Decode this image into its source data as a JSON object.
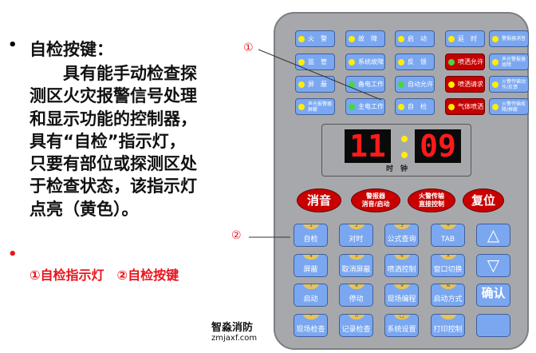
{
  "left": {
    "heading": "自检按键：",
    "body": [
      "　　具有能手动检查探",
      "测区火灾报警信号处理",
      "和显示功能的控制器，",
      "具有“自检”指示灯，",
      "只要有部位或探测区处",
      "于检查状态，该指示灯",
      "点亮（黄色）。"
    ],
    "legend": "①自检指示灯　②自检按键"
  },
  "callouts": {
    "one": "①",
    "two": "②"
  },
  "indicators": [
    {
      "label": "火　警",
      "led": "yellow"
    },
    {
      "label": "故　障",
      "led": "yellow"
    },
    {
      "label": "启　动",
      "led": "yellow"
    },
    {
      "label": "延　时",
      "led": "yellow"
    },
    {
      "label": "警报器消音",
      "led": "yellow",
      "small": true
    },
    {
      "label": "监　管",
      "led": "yellow"
    },
    {
      "label": "系统故障",
      "led": "yellow"
    },
    {
      "label": "反　馈",
      "led": "yellow"
    },
    {
      "label": "喷洒允许",
      "led": "green",
      "red": true
    },
    {
      "label": "声光警报器故障",
      "led": "yellow",
      "small": true
    },
    {
      "label": "屏　蔽",
      "led": "yellow"
    },
    {
      "label": "备电工作",
      "led": "green"
    },
    {
      "label": "自动允许",
      "led": "green"
    },
    {
      "label": "喷洒请求",
      "led": "yellow",
      "red": true
    },
    {
      "label": "火警传输动作/反馈",
      "led": "yellow",
      "small": true
    },
    {
      "label": "声光报警器屏蔽",
      "led": "yellow",
      "small": true
    },
    {
      "label": "主电工作",
      "led": "green"
    },
    {
      "label": "自　检",
      "led": "yellow"
    },
    {
      "label": "气体喷洒",
      "led": "yellow",
      "red": true
    },
    {
      "label": "火警传输故障/屏蔽",
      "led": "yellow",
      "small": true
    }
  ],
  "display": {
    "hours": "11",
    "minutes": "09",
    "label": "时　钟"
  },
  "ovals": [
    {
      "label": "消音"
    },
    {
      "label": "警报器\n消音/启动"
    },
    {
      "label": "火警传输\n直接控制"
    },
    {
      "label": "复位"
    }
  ],
  "keys": [
    {
      "num": "1",
      "label": "自检"
    },
    {
      "num": "2",
      "label": "对时"
    },
    {
      "num": "3",
      "label": "公式查询"
    },
    {
      "num": "+",
      "label": "TAB"
    },
    {
      "label": "△"
    },
    {
      "num": "4",
      "label": "屏蔽"
    },
    {
      "num": "5",
      "label": "取消屏蔽"
    },
    {
      "num": "6",
      "label": "喷洒控制"
    },
    {
      "num": "×",
      "label": "窗口切换"
    },
    {
      "label": "▽"
    },
    {
      "num": "7",
      "label": "启动"
    },
    {
      "num": "8",
      "label": "停动"
    },
    {
      "num": "9",
      "label": "现场编程"
    },
    {
      "num": "&",
      "label": "启动方式"
    },
    {
      "label": "确认"
    },
    {
      "num": "*",
      "label": "现场检查"
    },
    {
      "num": "0",
      "label": "记录检查"
    },
    {
      "num": "□",
      "label": "系统设置"
    },
    {
      "num": "",
      "label": "打印控制"
    },
    {
      "label": ""
    }
  ],
  "watermark": {
    "name": "智淼消防",
    "url": "zmjaxf.com"
  },
  "colors": {
    "yellow_led": "#ffee00",
    "green_led": "#3fdc3f",
    "key_blue": "#7aa7f0",
    "red": "#c80000",
    "accent_text": "#e8141c"
  }
}
